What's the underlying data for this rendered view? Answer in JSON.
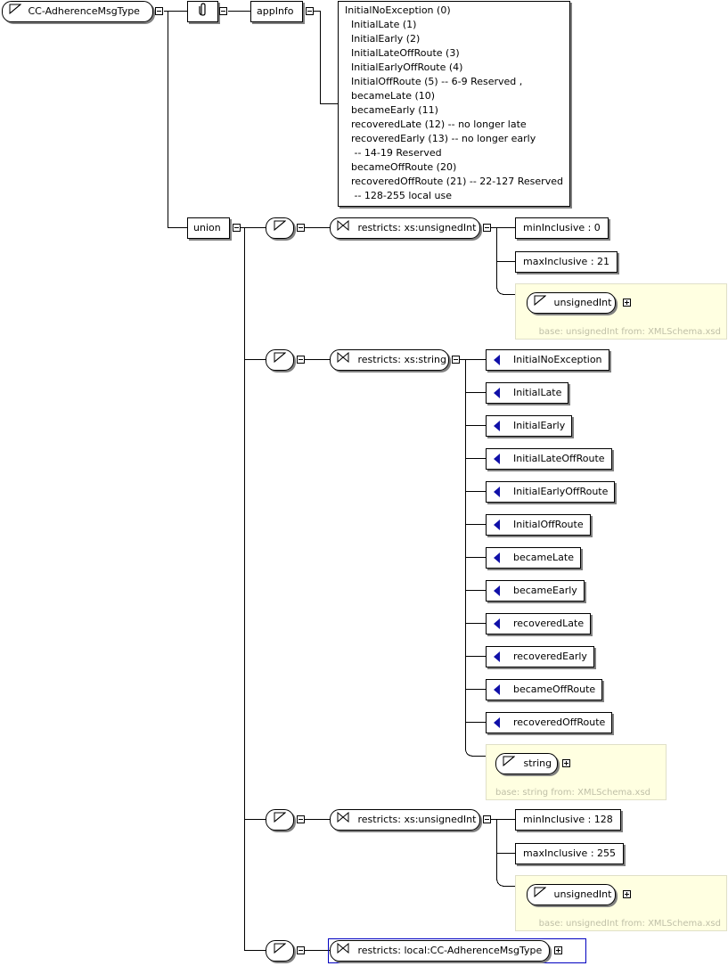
{
  "root": {
    "label": "CC-AdherenceMsgType"
  },
  "annotation": {
    "appinfo_label": "appInfo"
  },
  "documentation": {
    "lines": [
      "InitialNoException (0)",
      "  InitialLate (1)",
      "  InitialEarly (2)",
      "  InitialLateOffRoute (3)",
      "  InitialEarlyOffRoute (4)",
      "  InitialOffRoute (5) -- 6-9 Reserved ,",
      "  becameLate (10)",
      "  becameEarly (11)",
      "  recoveredLate (12) -- no longer late",
      "  recoveredEarly (13) -- no longer early",
      "   -- 14-19 Reserved",
      "  becameOffRoute (20)",
      "  recoveredOffRoute (21) -- 22-127 Reserved",
      "   -- 128-255 local use"
    ]
  },
  "union": {
    "label": "union"
  },
  "members": [
    {
      "restriction": "restricts: xs:unsignedInt",
      "facets": [
        "minInclusive : 0",
        "maxInclusive : 21"
      ],
      "base_type": "unsignedInt",
      "base_note": "base: unsignedInt from: XMLSchema.xsd"
    },
    {
      "restriction": "restricts: xs:string",
      "enumerations": [
        "InitialNoException",
        "InitialLate",
        "InitialEarly",
        "InitialLateOffRoute",
        "InitialEarlyOffRoute",
        "InitialOffRoute",
        "becameLate",
        "becameEarly",
        "recoveredLate",
        "recoveredEarly",
        "becameOffRoute",
        "recoveredOffRoute"
      ],
      "base_type": "string",
      "base_note": "base: string from: XMLSchema.xsd"
    },
    {
      "restriction": "restricts: xs:unsignedInt",
      "facets": [
        "minInclusive : 128",
        "maxInclusive : 255"
      ],
      "base_type": "unsignedInt",
      "base_note": "base: unsignedInt from: XMLSchema.xsd"
    },
    {
      "restriction": "restricts: local:CC-AdherenceMsgType"
    }
  ],
  "colors": {
    "note_bg": "#ffffe1",
    "enum_marker": "#1010a8",
    "selection_border": "#0000c0"
  },
  "icons": {
    "simple_type": "simple-type-icon",
    "restriction": "restriction-icon",
    "annotation": "annotation-icon",
    "enumeration": "enumeration-icon",
    "collapse": "collapse-icon",
    "expand": "expand-icon"
  }
}
